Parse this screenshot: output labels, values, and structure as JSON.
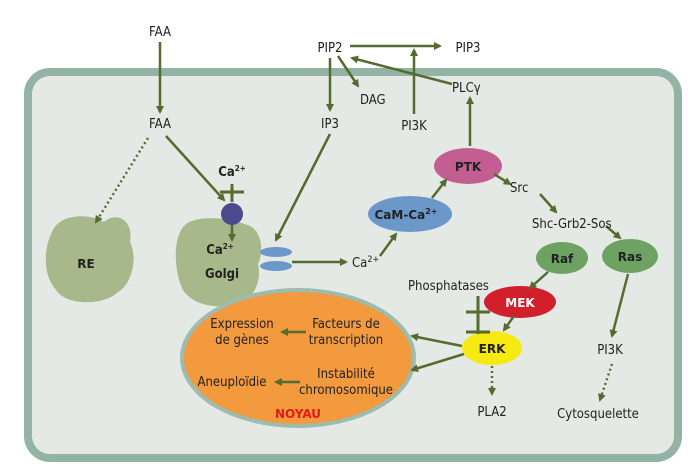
{
  "labels": {
    "faa_top": "FAA",
    "faa_mid": "FAA",
    "pip2": "PIP2",
    "pip3": "PIP3",
    "dag": "DAG",
    "ip3": "IP3",
    "plcg": "PLCγ",
    "pi3k_top": "PI3K",
    "src": "Src",
    "shc": "Shc-Grb2-Sos",
    "ca_channel": "Ca",
    "ca_channel_sup": "2+",
    "ca_golgi": "Ca",
    "ca_golgi_sup": "2+",
    "golgi": "Golgi",
    "ca_free": "Ca",
    "ca_free_sup": "2+",
    "phosphatases": "Phosphatases",
    "pi3k_bottom": "PI3K",
    "pla2": "PLA2",
    "cytosquelette": "Cytosquelette"
  },
  "nodes": {
    "re": "RE",
    "ptk": "PTK",
    "cam": "CaM-Ca",
    "cam_sup": "2+",
    "raf": "Raf",
    "ras": "Ras",
    "mek": "MEK",
    "erk": "ERK"
  },
  "nucleus": {
    "expression_1": "Expression",
    "expression_2": "de gènes",
    "facteurs_1": "Facteurs de",
    "facteurs_2": "transcription",
    "aneuploidie": "Aneuploïdie",
    "instabilite_1": "Instabilité",
    "instabilite_2": "chromosomique",
    "noyau": "NOYAU"
  },
  "colors": {
    "arrow": "#556b2f",
    "cell_fill": "#e4e9e6",
    "cell_border": "#93b3a5",
    "organelle": "#a7b98a",
    "nucleus": "#f39a3e",
    "nucleus_border": "#9cbcb0",
    "ptk": "#c25e92",
    "cam": "#6c97c9",
    "green_node": "#6ea263",
    "mek": "#d11f2b",
    "erk": "#f6ea12",
    "channel": "#4a4b8c",
    "noyau_text": "#e21a1a"
  }
}
